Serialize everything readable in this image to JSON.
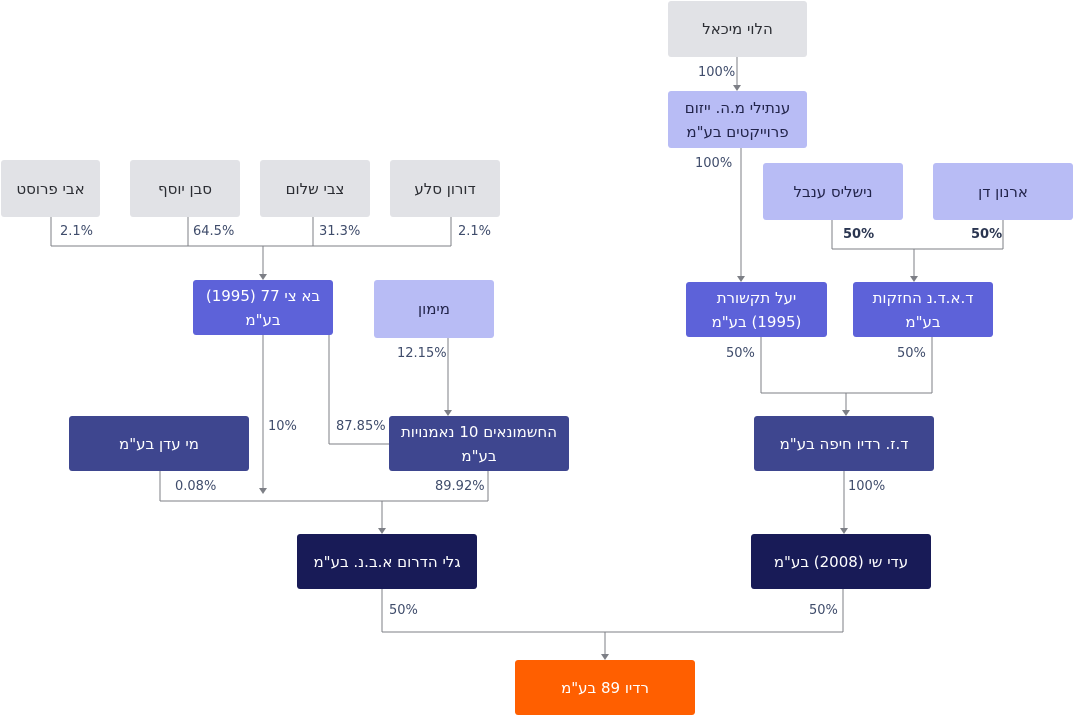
{
  "nodes": {
    "halevi": "הלוי מיכאל",
    "enatili": "ענתילי מ.ה. ייזום פרוייקטים בע\"מ",
    "avi": "אבי פרוסט",
    "saban": "סבן יוסף",
    "tzvi": "צבי שלום",
    "doron": "דורון סלע",
    "nishlis": "נישליס ענבל",
    "arnon": "ארנון דן",
    "batzi": "בא צי 77 (1995) בע\"מ",
    "mimon": "מימון",
    "yael": "יעל תקשורת (1995) בע\"מ",
    "dadn": "ד.א.ד.נ החזקות בע\"מ",
    "mieden": "מי עדן בע\"מ",
    "hashmonaim": "החשמונאים 10 נאמנויות בע\"מ",
    "dz": "ד.ז. רדיו חיפה בע\"מ",
    "galei": "גלי הדרום א.ב.נ. בע\"מ",
    "adishai": "עדי שי (2008) בע\"מ",
    "radio89": "רדיו 89 בע\"מ"
  },
  "percents": {
    "halevi_enatili": "100%",
    "enatili_yael": "100%",
    "avi": "2.1%",
    "saban": "64.5%",
    "tzvi": "31.3%",
    "doron": "2.1%",
    "nishlis": "50%",
    "arnon": "50%",
    "mimon": "12.15%",
    "batzi_galei": "10%",
    "batzi_hash": "87.85%",
    "yael_dz": "50%",
    "dadn_dz": "50%",
    "mieden": "0.08%",
    "hash_galei": "89.92%",
    "dz_adishai": "100%",
    "galei_radio": "50%",
    "adishai_radio": "50%"
  },
  "colors": {
    "gray": "#e1e2e6",
    "light": "#b8bcf5",
    "mid": "#5d62d9",
    "dark": "#3e468f",
    "navy": "#181b57",
    "orange": "#ff5f00"
  }
}
